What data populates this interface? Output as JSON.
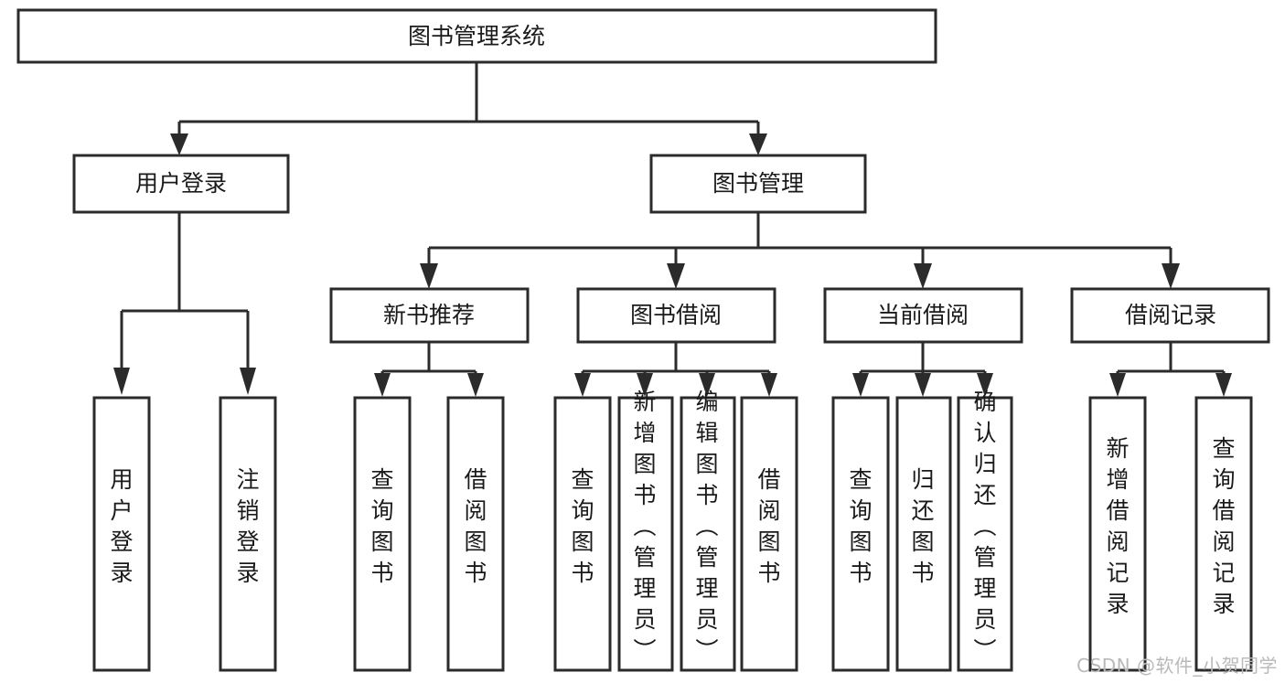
{
  "diagram": {
    "type": "tree",
    "title": "图书管理系统",
    "root": {
      "id": "root",
      "label": "图书管理系统"
    },
    "level2": [
      {
        "id": "user-login",
        "label": "用户登录"
      },
      {
        "id": "book-management",
        "label": "图书管理"
      }
    ],
    "level3": [
      {
        "id": "new-book-recommend",
        "label": "新书推荐",
        "parent": "book-management"
      },
      {
        "id": "book-borrow",
        "label": "图书借阅",
        "parent": "book-management"
      },
      {
        "id": "current-borrow",
        "label": "当前借阅",
        "parent": "book-management"
      },
      {
        "id": "borrow-record",
        "label": "借阅记录",
        "parent": "book-management"
      }
    ],
    "leaves": [
      {
        "id": "leaf-user-login",
        "label": "用户登录",
        "parent": "user-login"
      },
      {
        "id": "leaf-logout-login",
        "label": "注销登录",
        "parent": "user-login"
      },
      {
        "id": "leaf-query-book-1",
        "label": "查询图书",
        "parent": "new-book-recommend"
      },
      {
        "id": "leaf-borrow-book-1",
        "label": "借阅图书",
        "parent": "new-book-recommend"
      },
      {
        "id": "leaf-query-book-2",
        "label": "查询图书",
        "parent": "book-borrow"
      },
      {
        "id": "leaf-add-book",
        "label": "新增图书（管理员）",
        "parent": "book-borrow"
      },
      {
        "id": "leaf-edit-book",
        "label": "编辑图书（管理员）",
        "parent": "book-borrow"
      },
      {
        "id": "leaf-borrow-book-2",
        "label": "借阅图书",
        "parent": "book-borrow"
      },
      {
        "id": "leaf-query-book-3",
        "label": "查询图书",
        "parent": "current-borrow"
      },
      {
        "id": "leaf-return-book",
        "label": "归还图书",
        "parent": "current-borrow"
      },
      {
        "id": "leaf-confirm-return",
        "label": "确认归还（管理员）",
        "parent": "current-borrow"
      },
      {
        "id": "leaf-add-record",
        "label": "新增借阅记录",
        "parent": "borrow-record"
      },
      {
        "id": "leaf-query-record",
        "label": "查询借阅记录",
        "parent": "borrow-record"
      }
    ],
    "colors": {
      "stroke": "#2b2b2b",
      "fill": "#ffffff",
      "text": "#1a1a1a",
      "watermark": "#b9b9b9"
    }
  },
  "watermark": {
    "text": "CSDN @软件_小贺同学"
  }
}
